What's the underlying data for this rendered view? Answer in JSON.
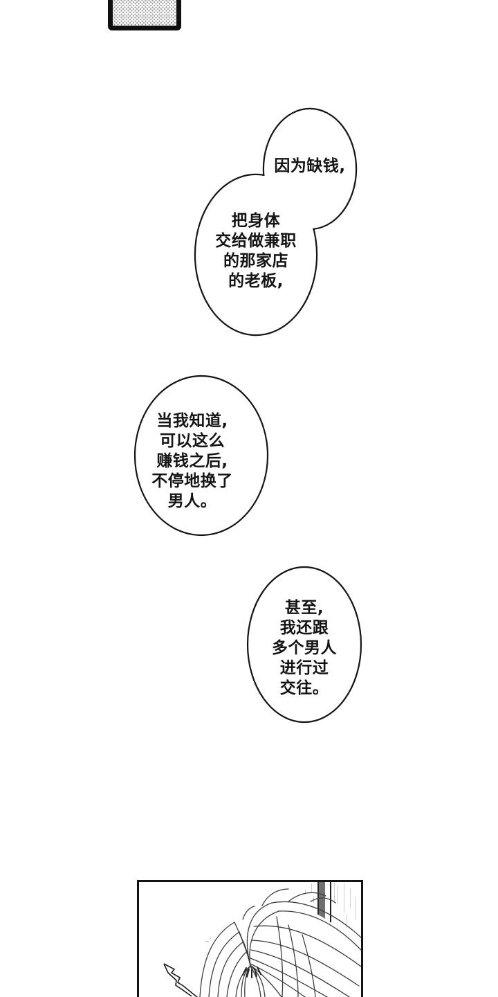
{
  "colors": {
    "page_background": "#ffffff",
    "ink": "#141414",
    "hair_line": "#3c3c3c",
    "window_bar": "#6f6f6f",
    "screentone_dot": "#8f8f8f"
  },
  "bubbles": [
    {
      "name": "speech-bubble-1-upper",
      "lines": [
        "因为缺钱,"
      ]
    },
    {
      "name": "speech-bubble-1-lower",
      "lines": [
        "把身体",
        "交给做兼职",
        "的那家店",
        "的老板,"
      ]
    },
    {
      "name": "speech-bubble-2",
      "lines": [
        "当我知道,",
        "可以这么",
        "赚钱之后,",
        "不停地换了",
        "男人。"
      ]
    },
    {
      "name": "speech-bubble-3",
      "lines": [
        "甚至,",
        "我还跟",
        "多个男人",
        "进行过",
        "交往。"
      ]
    }
  ],
  "artwork": {
    "top_fragment": "screentone-panel",
    "bottom_panel_elements": [
      "character-hair-lineart",
      "window-frame-stripe",
      "jagged-hair-spike"
    ]
  }
}
